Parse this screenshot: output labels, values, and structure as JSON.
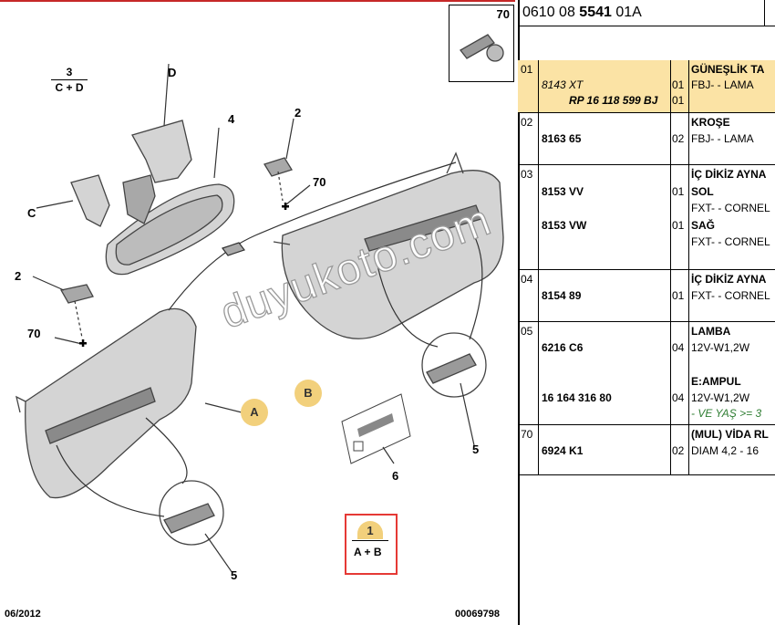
{
  "diagram": {
    "screw_box_number": "70",
    "labels": {
      "part_3_num": "3",
      "part_3_den": "C + D",
      "d": "D",
      "c": "C",
      "four": "4",
      "two_a": "2",
      "seventy_a": "70",
      "two_b": "2",
      "seventy_b": "70",
      "five_a": "5",
      "five_b": "5",
      "six": "6"
    },
    "callouts": {
      "a": "A",
      "b": "B"
    },
    "key_num": "1",
    "key_den": "A + B",
    "date": "06/2012",
    "doc_number": "00069798",
    "watermark": "duyukoto.com"
  },
  "header": {
    "code_prefix": "0610 08",
    "code_bold": "5541",
    "code_suffix": "01A"
  },
  "rows": [
    {
      "idx": "01",
      "ref": "8143 XT",
      "ref2": "RP 16 118 599 BJ",
      "qty": "01",
      "qty2": "01",
      "name": "GÜNEŞLİK TA",
      "desc": "FBJ- - LAMA"
    },
    {
      "idx": "02",
      "ref": "8163 65",
      "qty": "02",
      "name": "KROŞE",
      "desc": "FBJ- - LAMA"
    },
    {
      "idx": "03",
      "ref": "8153 VV",
      "ref2": "8153 VW",
      "qty": "01",
      "qty2": "01",
      "name": "İÇ DİKİZ AYNA",
      "name_sol": "SOL",
      "desc": "FXT- - CORNEL",
      "name_sag": "SAĞ",
      "desc2": "FXT- - CORNEL"
    },
    {
      "idx": "04",
      "ref": "8154 89",
      "qty": "01",
      "name": "İÇ DİKİZ AYNA",
      "desc": "FXT- - CORNEL"
    },
    {
      "idx": "05",
      "ref": "6216 C6",
      "ref2": "16 164 316 80",
      "qty": "04",
      "qty2": "04",
      "name": "LAMBA",
      "desc": "12V-W1,2W",
      "name2": "E:AMPUL",
      "desc2": "12V-W1,2W",
      "note": "- VE YAŞ >= 3"
    },
    {
      "idx": "70",
      "ref": "6924 K1",
      "qty": "02",
      "name": "(MUL) VİDA RL",
      "desc": "DIAM 4,2 - 16"
    }
  ]
}
